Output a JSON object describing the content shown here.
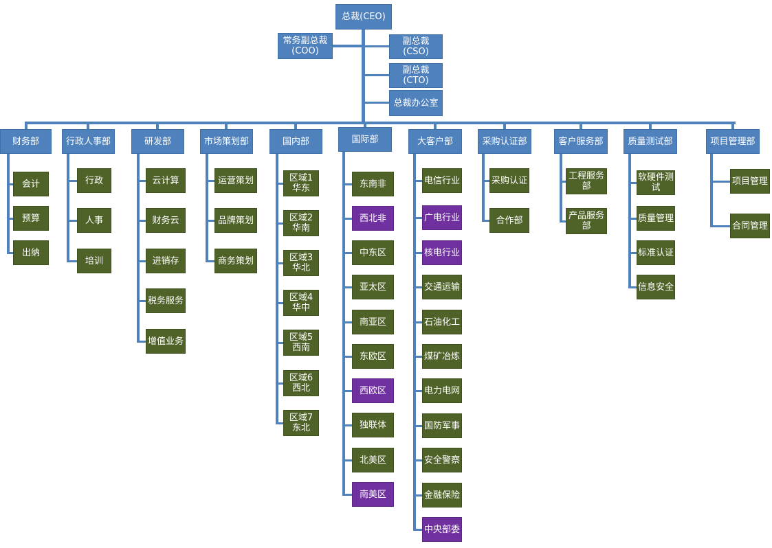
{
  "colors": {
    "node_blue": "#4f81bd",
    "node_green": "#4f6228",
    "node_purple": "#7030a0",
    "connector": "#4f81bd"
  },
  "ceo": "总裁(CEO)",
  "coo": "常务副总裁\n(COO)",
  "cso": "副总裁(CSO)",
  "cto": "副总裁(CTO)",
  "office": "总裁办公室",
  "departments": [
    {
      "label": "财务部",
      "children": [
        {
          "label": "会计",
          "color": "green"
        },
        {
          "label": "预算",
          "color": "green"
        },
        {
          "label": "出纳",
          "color": "green"
        }
      ]
    },
    {
      "label": "行政人事部",
      "children": [
        {
          "label": "行政",
          "color": "green"
        },
        {
          "label": "人事",
          "color": "green"
        },
        {
          "label": "培训",
          "color": "green"
        }
      ]
    },
    {
      "label": "研发部",
      "children": [
        {
          "label": "云计算",
          "color": "green"
        },
        {
          "label": "财务云",
          "color": "green"
        },
        {
          "label": "进销存",
          "color": "green"
        },
        {
          "label": "税务服务",
          "color": "green"
        },
        {
          "label": "增值业务",
          "color": "green"
        }
      ]
    },
    {
      "label": "市场策划部",
      "children": [
        {
          "label": "运营策划",
          "color": "green"
        },
        {
          "label": "品牌策划",
          "color": "green"
        },
        {
          "label": "商务策划",
          "color": "green"
        }
      ]
    },
    {
      "label": "国内部",
      "children": [
        {
          "label": "区域1\n华东",
          "color": "green"
        },
        {
          "label": "区域2\n华南",
          "color": "green"
        },
        {
          "label": "区域3\n华北",
          "color": "green"
        },
        {
          "label": "区域4\n华中",
          "color": "green"
        },
        {
          "label": "区域5\n西南",
          "color": "green"
        },
        {
          "label": "区域6\n西北",
          "color": "green"
        },
        {
          "label": "区域7\n东北",
          "color": "green"
        }
      ]
    },
    {
      "label": "国际部",
      "children": [
        {
          "label": "东南非",
          "color": "green"
        },
        {
          "label": "西北非",
          "color": "purple"
        },
        {
          "label": "中东区",
          "color": "green"
        },
        {
          "label": "亚太区",
          "color": "green"
        },
        {
          "label": "南亚区",
          "color": "green"
        },
        {
          "label": "东欧区",
          "color": "green"
        },
        {
          "label": "西欧区",
          "color": "purple"
        },
        {
          "label": "独联体",
          "color": "green"
        },
        {
          "label": "北美区",
          "color": "green"
        },
        {
          "label": "南美区",
          "color": "purple"
        }
      ]
    },
    {
      "label": "大客户部",
      "children": [
        {
          "label": "电信行业",
          "color": "green"
        },
        {
          "label": "广电行业",
          "color": "purple"
        },
        {
          "label": "核电行业",
          "color": "purple"
        },
        {
          "label": "交通运输",
          "color": "green"
        },
        {
          "label": "石油化工",
          "color": "green"
        },
        {
          "label": "煤矿冶炼",
          "color": "green"
        },
        {
          "label": "电力电网",
          "color": "green"
        },
        {
          "label": "国防军事",
          "color": "green"
        },
        {
          "label": "安全警察",
          "color": "green"
        },
        {
          "label": "金融保险",
          "color": "green"
        },
        {
          "label": "中央部委",
          "color": "purple"
        }
      ]
    },
    {
      "label": "采购认证部",
      "children": [
        {
          "label": "采购认证",
          "color": "green"
        },
        {
          "label": "合作部",
          "color": "green"
        }
      ]
    },
    {
      "label": "客户服务部",
      "children": [
        {
          "label": "工程服务\n部",
          "color": "green"
        },
        {
          "label": "产品服务\n部",
          "color": "green"
        }
      ]
    },
    {
      "label": "质量测试部",
      "children": [
        {
          "label": "软硬件测\n试",
          "color": "green"
        },
        {
          "label": "质量管理",
          "color": "green"
        },
        {
          "label": "标准认证",
          "color": "green"
        },
        {
          "label": "信息安全",
          "color": "green"
        }
      ]
    },
    {
      "label": "项目管理部",
      "children": [
        {
          "label": "项目管理",
          "color": "green"
        },
        {
          "label": "合同管理",
          "color": "green"
        }
      ]
    }
  ]
}
